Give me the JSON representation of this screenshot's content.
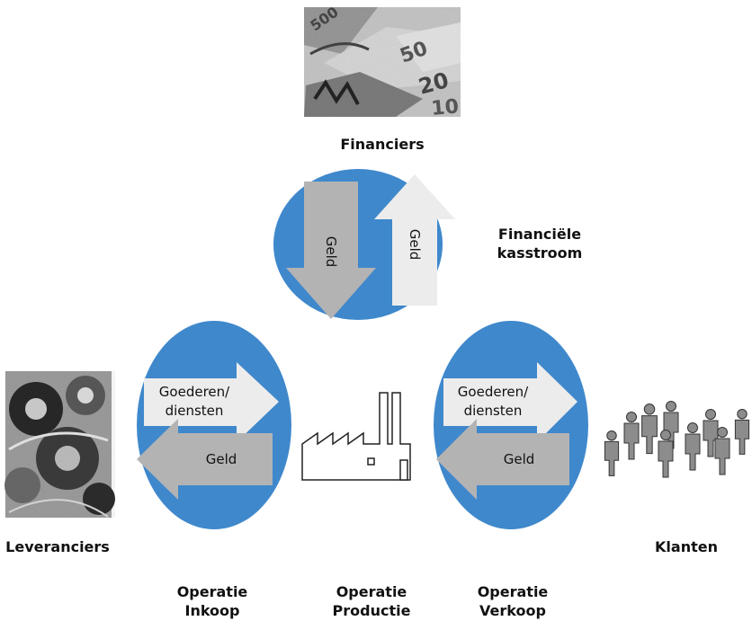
{
  "labels": {
    "financiers": "Financiers",
    "financial_cashflow_line1": "Financiële",
    "financial_cashflow_line2": "kasstroom",
    "suppliers": "Leveranciers",
    "customers": "Klanten",
    "operation_purchasing_line1": "Operatie",
    "operation_purchasing_line2": "Inkoop",
    "operation_production_line1": "Operatie",
    "operation_production_line2": "Productie",
    "operation_sales_line1": "Operatie",
    "operation_sales_line2": "Verkoop"
  },
  "arrows": {
    "money_down": "Geld",
    "money_up": "Geld",
    "left_goods_line1": "Goederen/",
    "left_goods_line2": "diensten",
    "left_money": "Geld",
    "right_goods_line1": "Goederen/",
    "right_goods_line2": "diensten",
    "right_money": "Geld"
  },
  "colors": {
    "ellipse": "#3f88cc",
    "arrow_light": "#ececec",
    "arrow_dark": "#b3b3b3",
    "figure": "#8c8c8c"
  },
  "icons": {
    "top": "banknotes-photo",
    "left": "gears-photo",
    "center": "factory-icon",
    "right": "people-icon"
  }
}
